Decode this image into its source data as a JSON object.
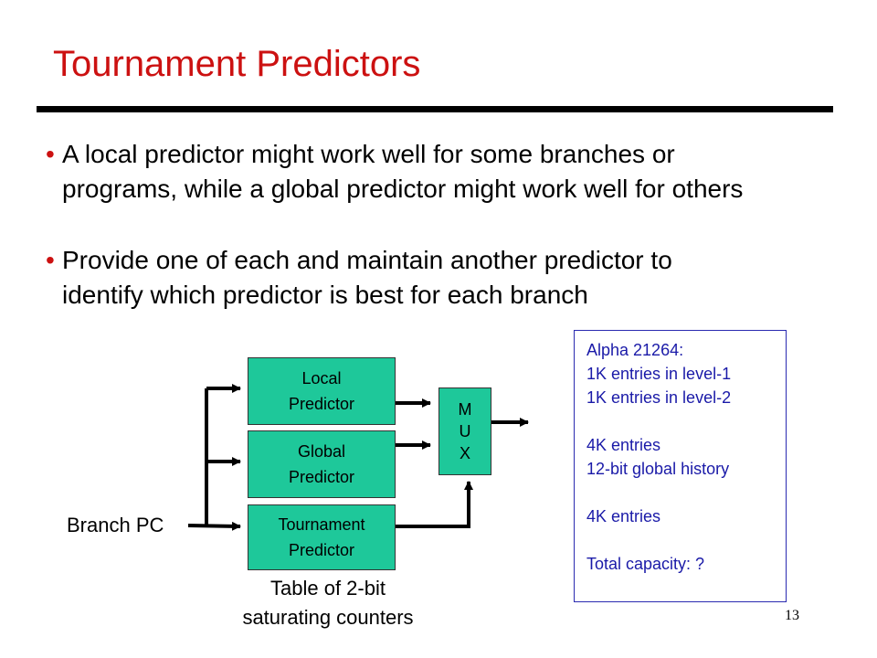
{
  "slide": {
    "title": "Tournament Predictors",
    "page_number": "13"
  },
  "bullets": [
    {
      "marker": "•",
      "line1": "A local predictor might work well for some branches or",
      "line2": "programs, while a global predictor might work well for others"
    },
    {
      "marker": "•",
      "line1": "Provide one of each and maintain another predictor to",
      "line2": "identify which predictor is best for each branch"
    }
  ],
  "diagram": {
    "local": {
      "line1": "Local",
      "line2": "Predictor"
    },
    "global": {
      "line1": "Global",
      "line2": "Predictor"
    },
    "tournament": {
      "line1": "Tournament",
      "line2": "Predictor"
    },
    "mux": [
      "M",
      "U",
      "X"
    ],
    "branch_pc": "Branch PC",
    "table_caption": {
      "line1": "Table of 2-bit",
      "line2": "saturating counters"
    },
    "box_color": "#1ec89a",
    "title_color": "#cc1111",
    "info_color": "#1a1aa8"
  },
  "info": {
    "lines": [
      "Alpha 21264:",
      "1K entries in level-1",
      "1K entries in level-2",
      "",
      "4K entries",
      "12-bit global history",
      "",
      "4K entries",
      "",
      "Total capacity: ?"
    ]
  }
}
